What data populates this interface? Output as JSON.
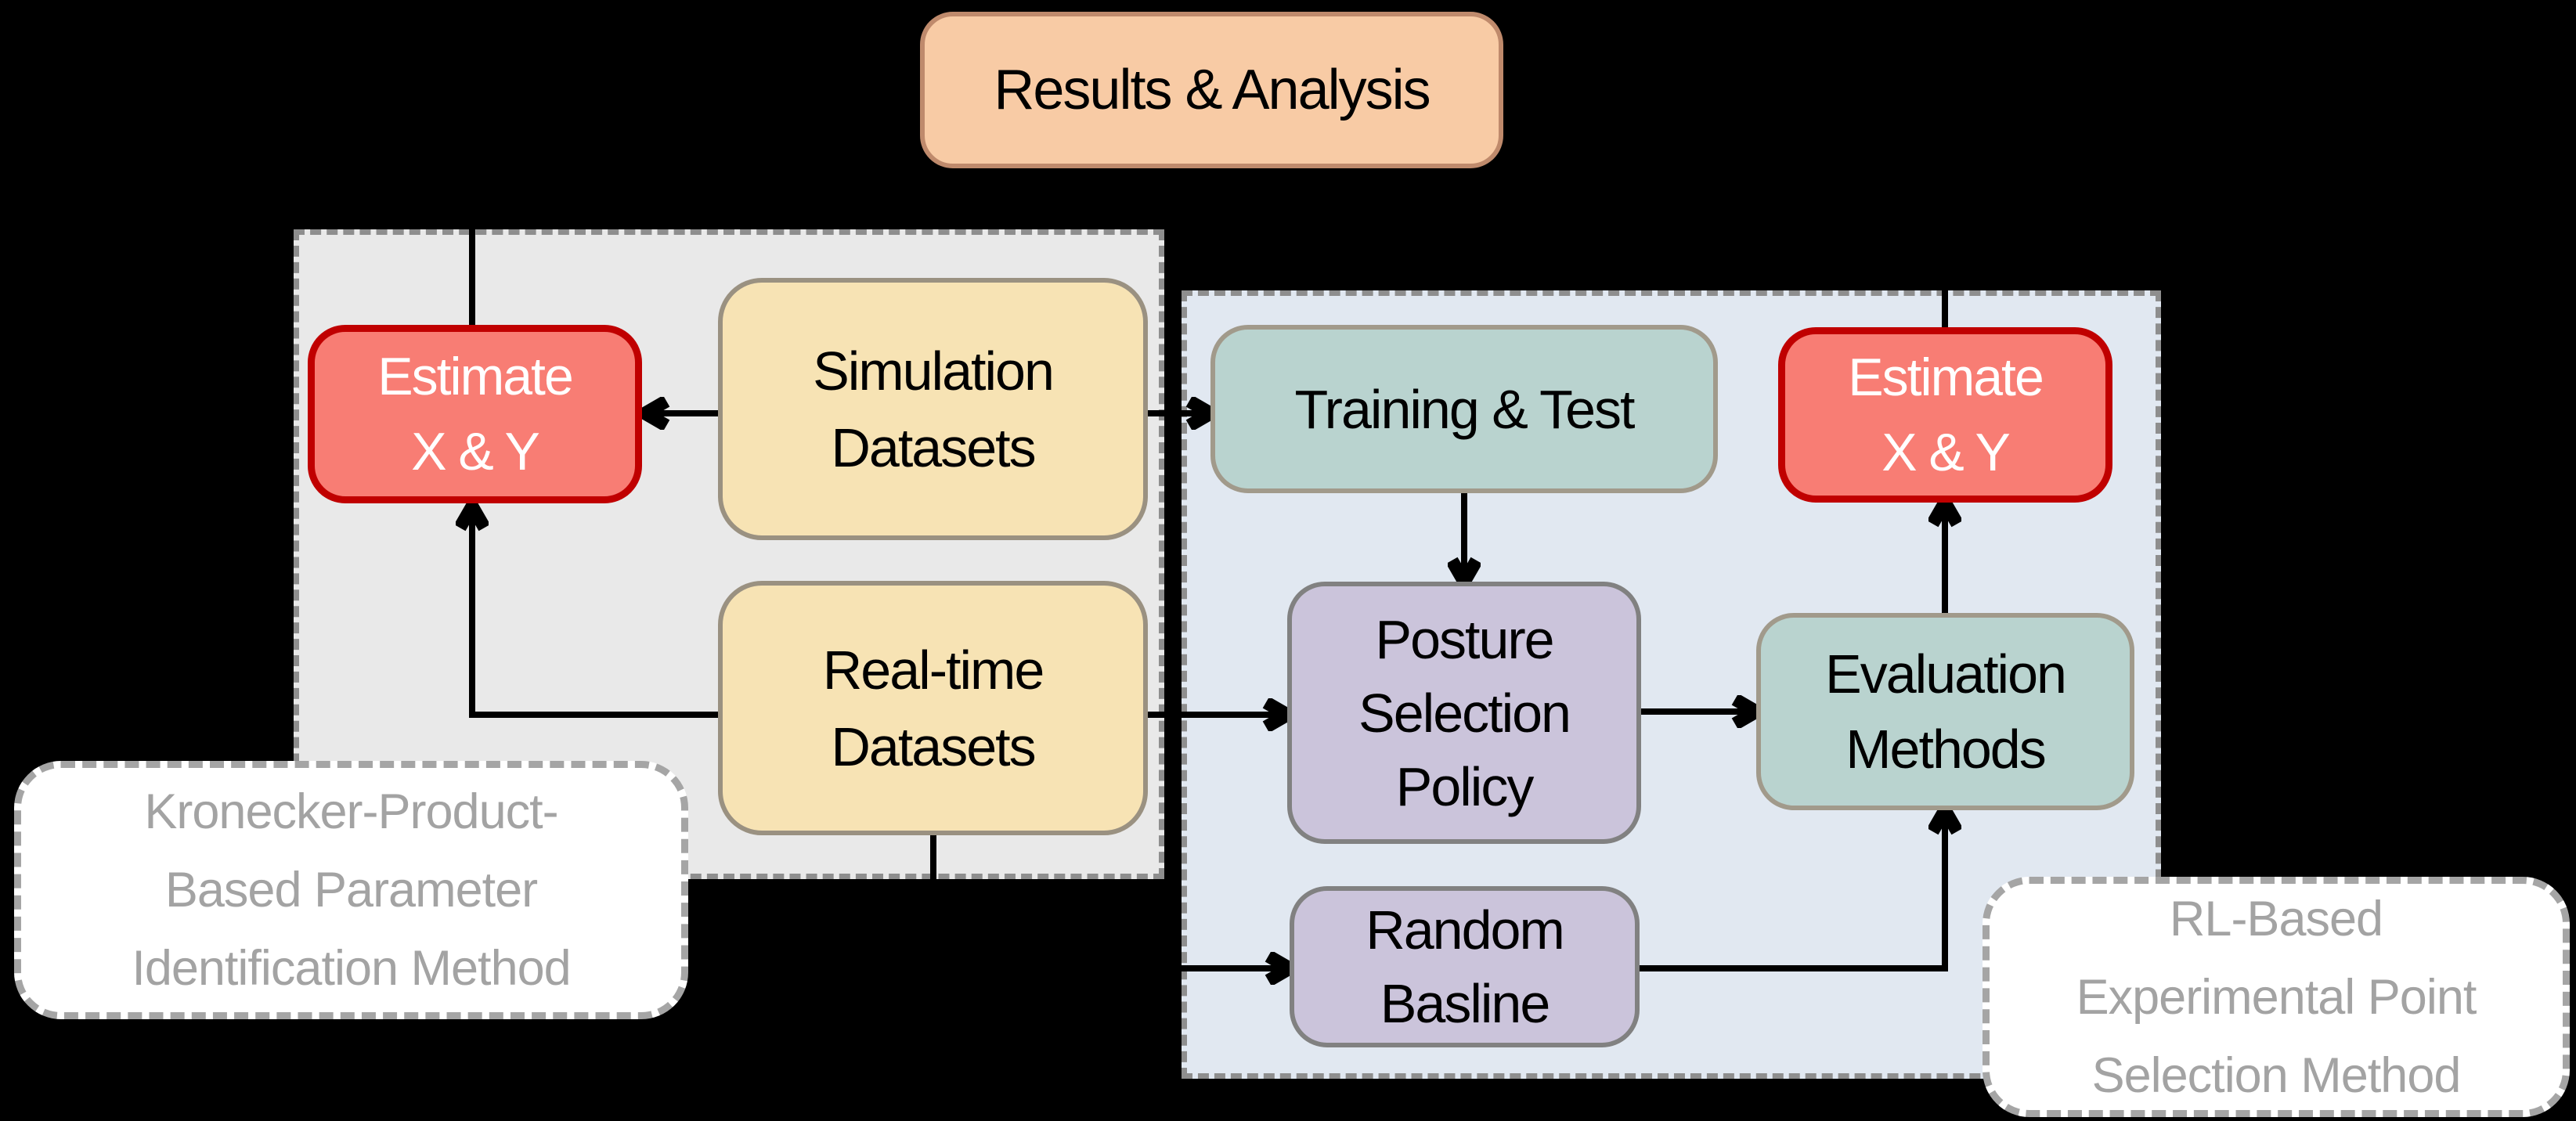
{
  "diagram_title": "Results & Analysis",
  "nodes": {
    "estimate_left": {
      "lines": [
        "Estimate",
        "X & Y"
      ]
    },
    "simulation": {
      "lines": [
        "Simulation",
        "Datasets"
      ]
    },
    "training": {
      "lines": [
        "Training & Test"
      ]
    },
    "estimate_right": {
      "lines": [
        "Estimate",
        "X & Y"
      ]
    },
    "realtime": {
      "lines": [
        "Real-time",
        "Datasets"
      ]
    },
    "posture": {
      "lines": [
        "Posture",
        "Selection",
        "Policy"
      ]
    },
    "random": {
      "lines": [
        "Random",
        "Basline"
      ]
    },
    "evaluation": {
      "lines": [
        "Evaluation",
        "Methods"
      ]
    }
  },
  "method_labels": {
    "kronecker": {
      "lines": [
        "Kronecker-Product-",
        "Based Parameter",
        "Identification Method"
      ]
    },
    "rl": {
      "lines": [
        "RL-Based",
        "Experimental Point",
        "Selection Method"
      ]
    }
  },
  "colors": {
    "background": "#000000",
    "left_panel_fill": "#e9e9e9",
    "right_panel_fill": "#e1e8f1",
    "panel_border": "#8e8e8e",
    "title_fill": "#f8cba5",
    "title_border": "#bf8a6c",
    "red_fill": "#f87d74",
    "red_border": "#c00000",
    "yellow_fill": "#f7e3b4",
    "yellow_border": "#9a9181",
    "teal_fill": "#b9d3cf",
    "teal_border": "#a19a8b",
    "lavender_fill": "#cbc4db",
    "lavender_border": "#818181",
    "label_box_fill": "#ffffff",
    "label_box_border": "#a5a5a5",
    "label_text": "#a3a3a3",
    "connector": "#000000"
  }
}
